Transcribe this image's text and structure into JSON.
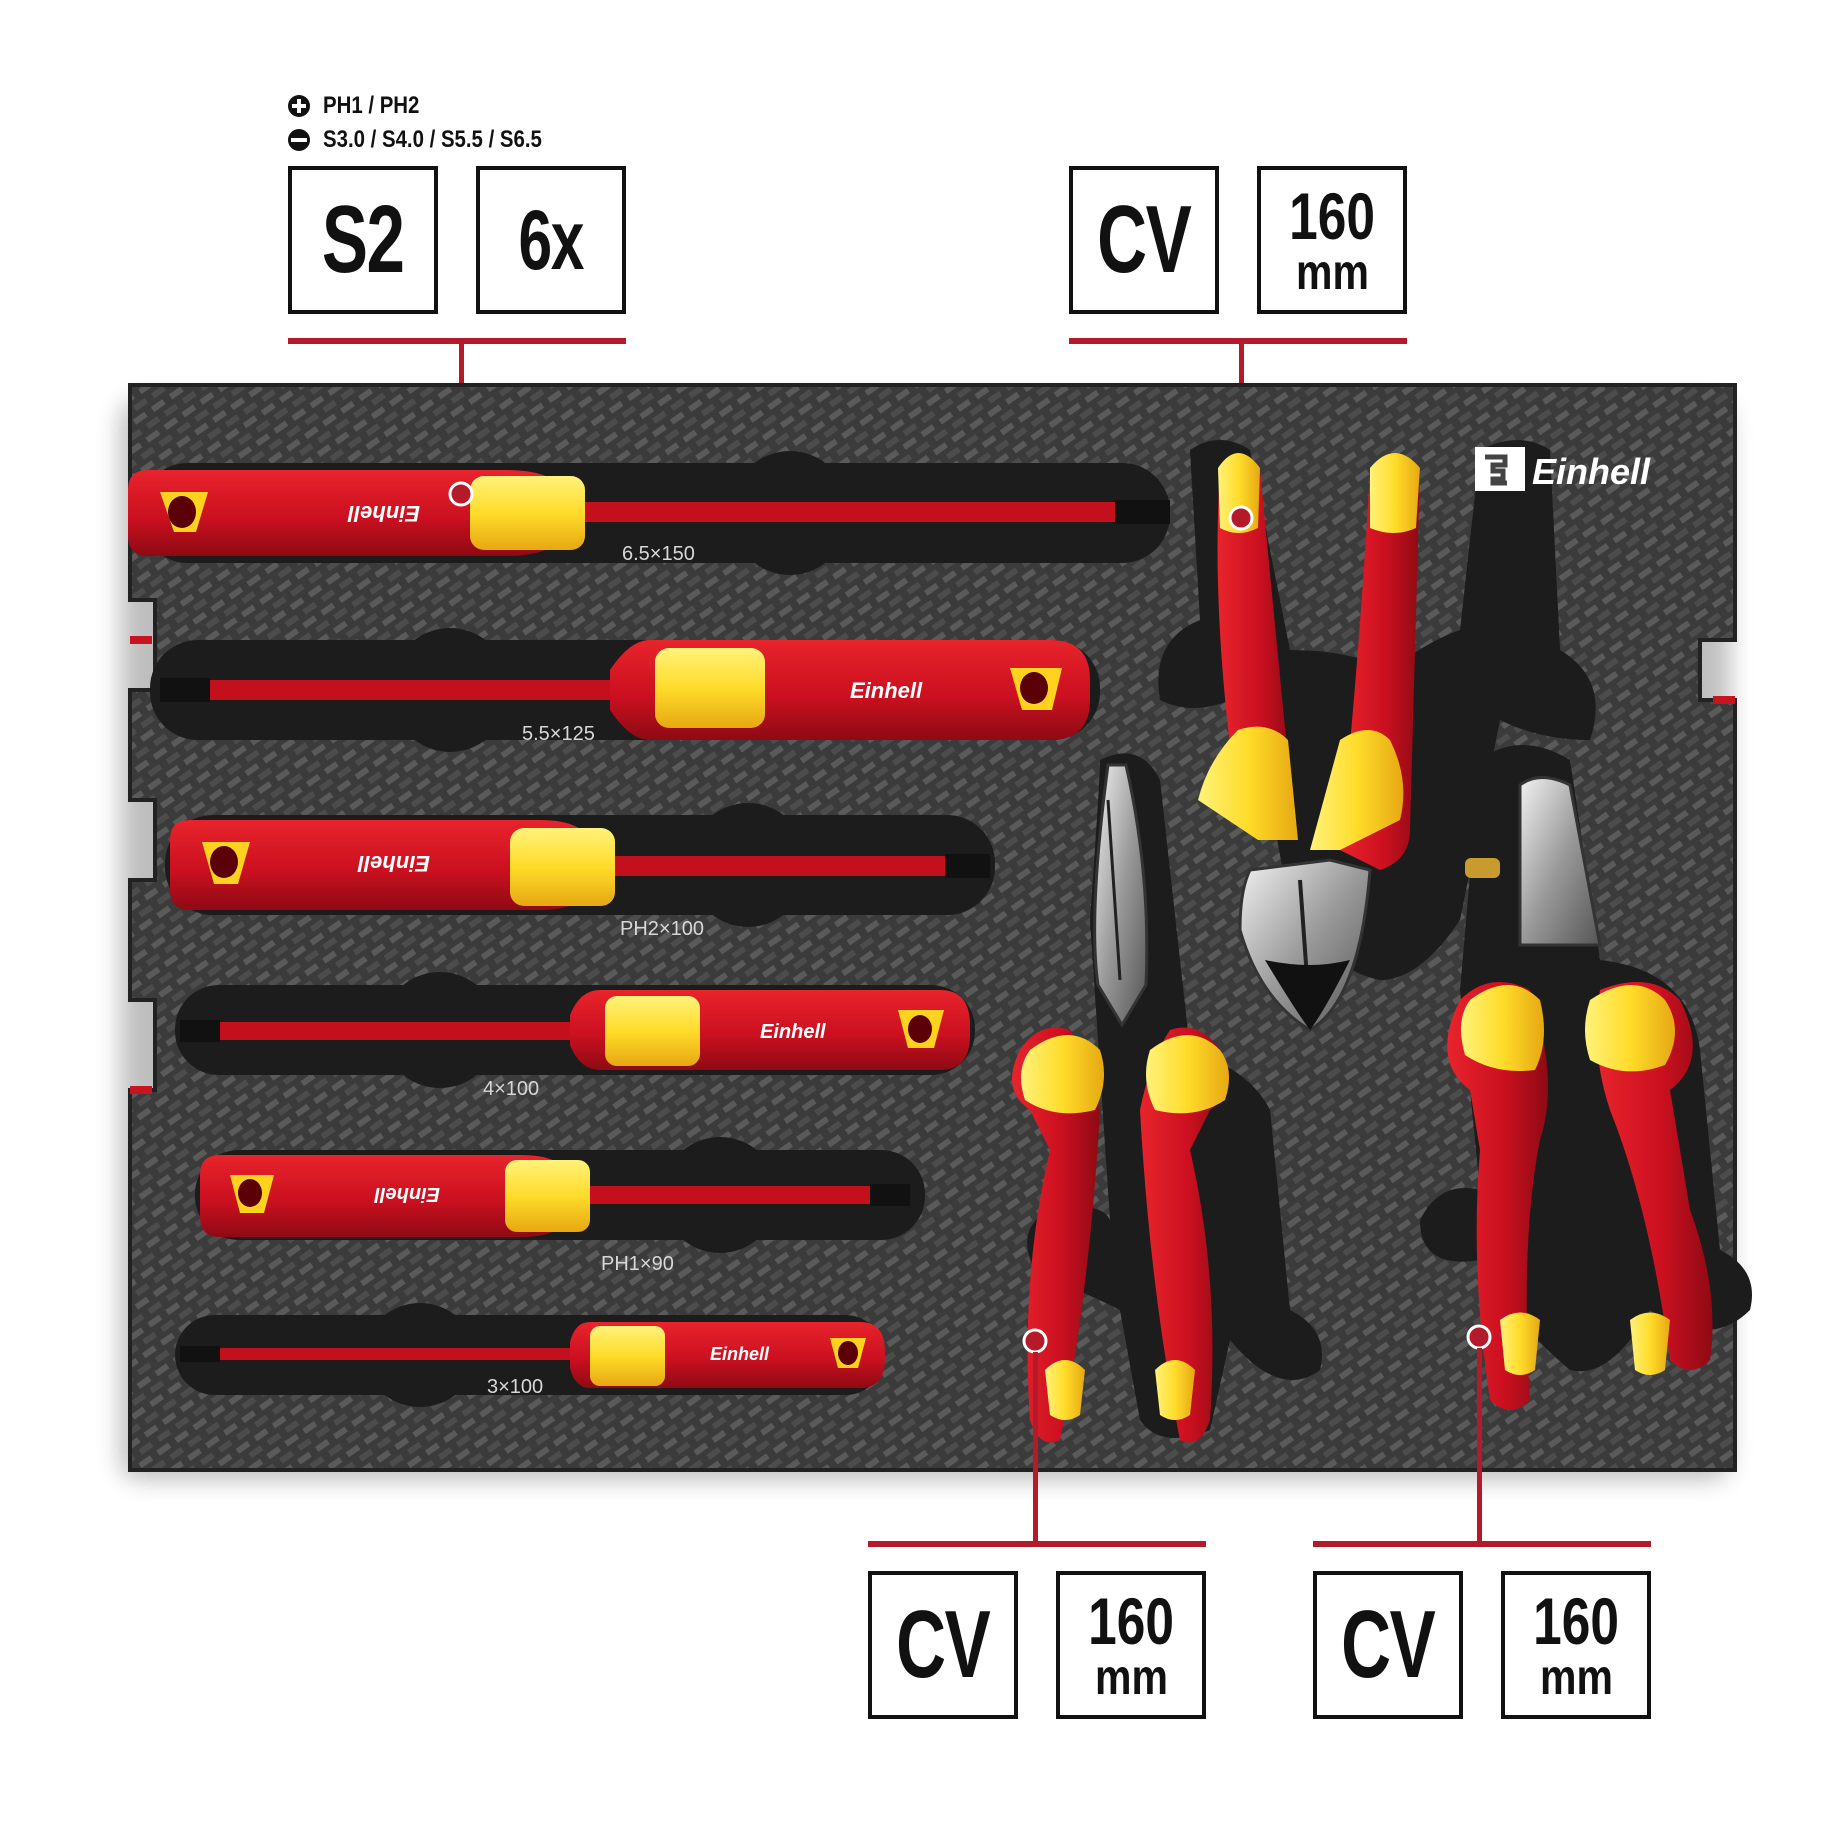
{
  "legend": {
    "phillips": {
      "icon": "phillips-drive-icon",
      "text": "PH1 / PH2"
    },
    "slotted": {
      "icon": "slotted-drive-icon",
      "text": "S3.0 / S4.0 / S5.5 / S6.5"
    }
  },
  "screwdriver_specs": {
    "material": "S2",
    "count": "6x"
  },
  "pliers_specs": [
    {
      "material": "CV",
      "length": "160",
      "unit": "mm"
    },
    {
      "material": "CV",
      "length": "160",
      "unit": "mm"
    },
    {
      "material": "CV",
      "length": "160",
      "unit": "mm"
    }
  ],
  "brand": "Einhell",
  "screwdrivers": [
    {
      "size": "6.5×150"
    },
    {
      "size": "5.5×125"
    },
    {
      "size": "PH2×100"
    },
    {
      "size": "4×100"
    },
    {
      "size": "PH1×90"
    },
    {
      "size": "3×100"
    }
  ],
  "colors": {
    "accent": "#b31b2b",
    "handle_red": "#d4121f",
    "handle_yellow": "#ffe33a",
    "foam": "#3a3a3a"
  }
}
